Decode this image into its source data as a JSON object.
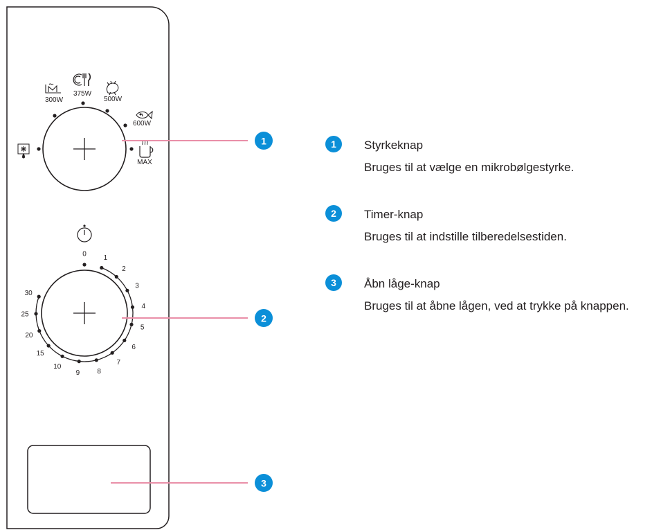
{
  "colors": {
    "badge": "#0b8fd8",
    "leader": "#e98fa8",
    "line": "#231f20"
  },
  "power_knob": {
    "settings": [
      {
        "icon": "defrost-icon",
        "label": ""
      },
      {
        "icon": "keep-warm-icon",
        "label": "300W"
      },
      {
        "icon": "plate-cutlery-icon",
        "label": "375W"
      },
      {
        "icon": "chicken-icon",
        "label": "500W"
      },
      {
        "icon": "fish-icon",
        "label": "600W"
      },
      {
        "icon": "hot-cup-icon",
        "label": "MAX"
      }
    ]
  },
  "timer_knob": {
    "icon": "timer-icon",
    "ticks": [
      "0",
      "1",
      "2",
      "3",
      "4",
      "5",
      "6",
      "7",
      "8",
      "9",
      "10",
      "15",
      "20",
      "25",
      "30"
    ]
  },
  "callouts": [
    {
      "number": "1",
      "title": "Styrkeknap",
      "text": "Bruges til at vælge en mikrobølgestyrke."
    },
    {
      "number": "2",
      "title": "Timer-knap",
      "text": "Bruges til at indstille tilberedelsestiden."
    },
    {
      "number": "3",
      "title": "Åbn låge-knap",
      "text": "Bruges til at åbne lågen, ved at trykke på knappen."
    }
  ]
}
